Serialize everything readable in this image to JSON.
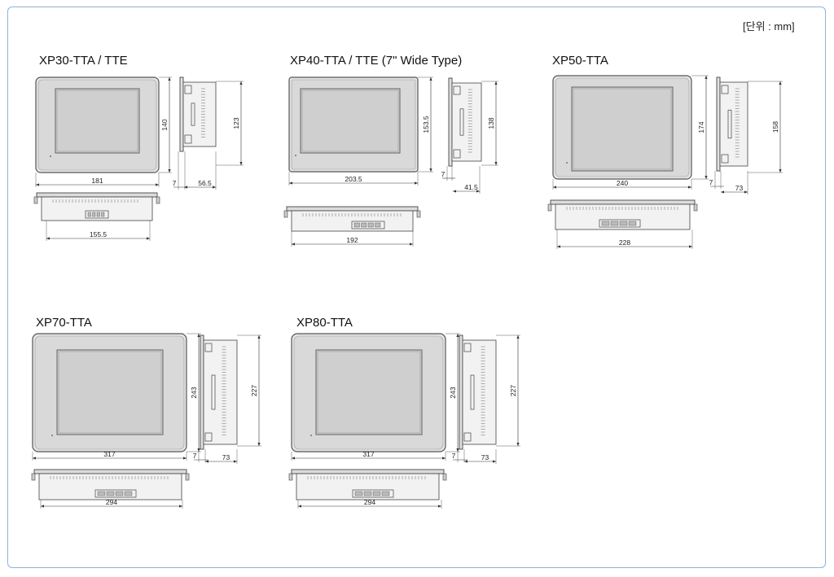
{
  "unit_label": "[단위 : mm]",
  "models": [
    {
      "title": "XP30-TTA / TTE",
      "dims": {
        "width": "181",
        "height": "140",
        "side_height": "123",
        "depth_front": "7",
        "depth": "56.5",
        "bottom_width": "155.5"
      }
    },
    {
      "title": "XP40-TTA / TTE (7\" Wide Type)",
      "dims": {
        "width": "203.5",
        "height": "153.5",
        "side_height": "138",
        "depth_front": "7",
        "depth": "41.5",
        "bottom_width": "192"
      }
    },
    {
      "title": "XP50-TTA",
      "dims": {
        "width": "240",
        "height": "174",
        "side_height": "158",
        "depth_front": "7",
        "depth": "73",
        "bottom_width": "228"
      }
    },
    {
      "title": "XP70-TTA",
      "dims": {
        "width": "317",
        "height": "243",
        "side_height": "227",
        "depth_front": "7",
        "depth": "73",
        "bottom_width": "294"
      }
    },
    {
      "title": "XP80-TTA",
      "dims": {
        "width": "317",
        "height": "243",
        "side_height": "227",
        "depth_front": "7",
        "depth": "73",
        "bottom_width": "294"
      }
    }
  ]
}
